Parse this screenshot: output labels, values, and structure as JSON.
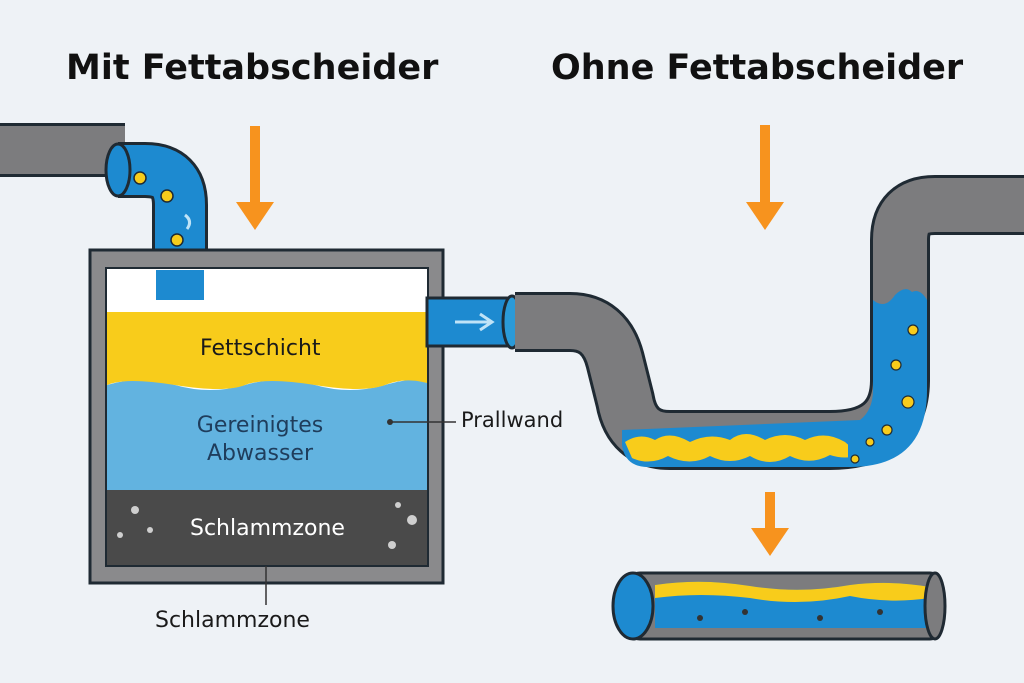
{
  "titles": {
    "left": "Mit Fettabscheider",
    "right": "Ohne Fettabscheider"
  },
  "labels": {
    "grease_layer": "Fettschicht",
    "clean_water": "Gereinigtes\nAbwasser",
    "sludge_inner": "Schlammzone",
    "baffle": "Prallwand",
    "sludge_outer": "Schlammzone"
  },
  "colors": {
    "background": "#eef2f6",
    "pipe_gray": "#7c7c7e",
    "water_blue": "#1d8ad0",
    "water_light": "#62b3e0",
    "grease_yellow": "#f8cc1b",
    "sludge_dark": "#4a4a4a",
    "arrow_orange": "#f7931e",
    "outline": "#1f2a33"
  }
}
